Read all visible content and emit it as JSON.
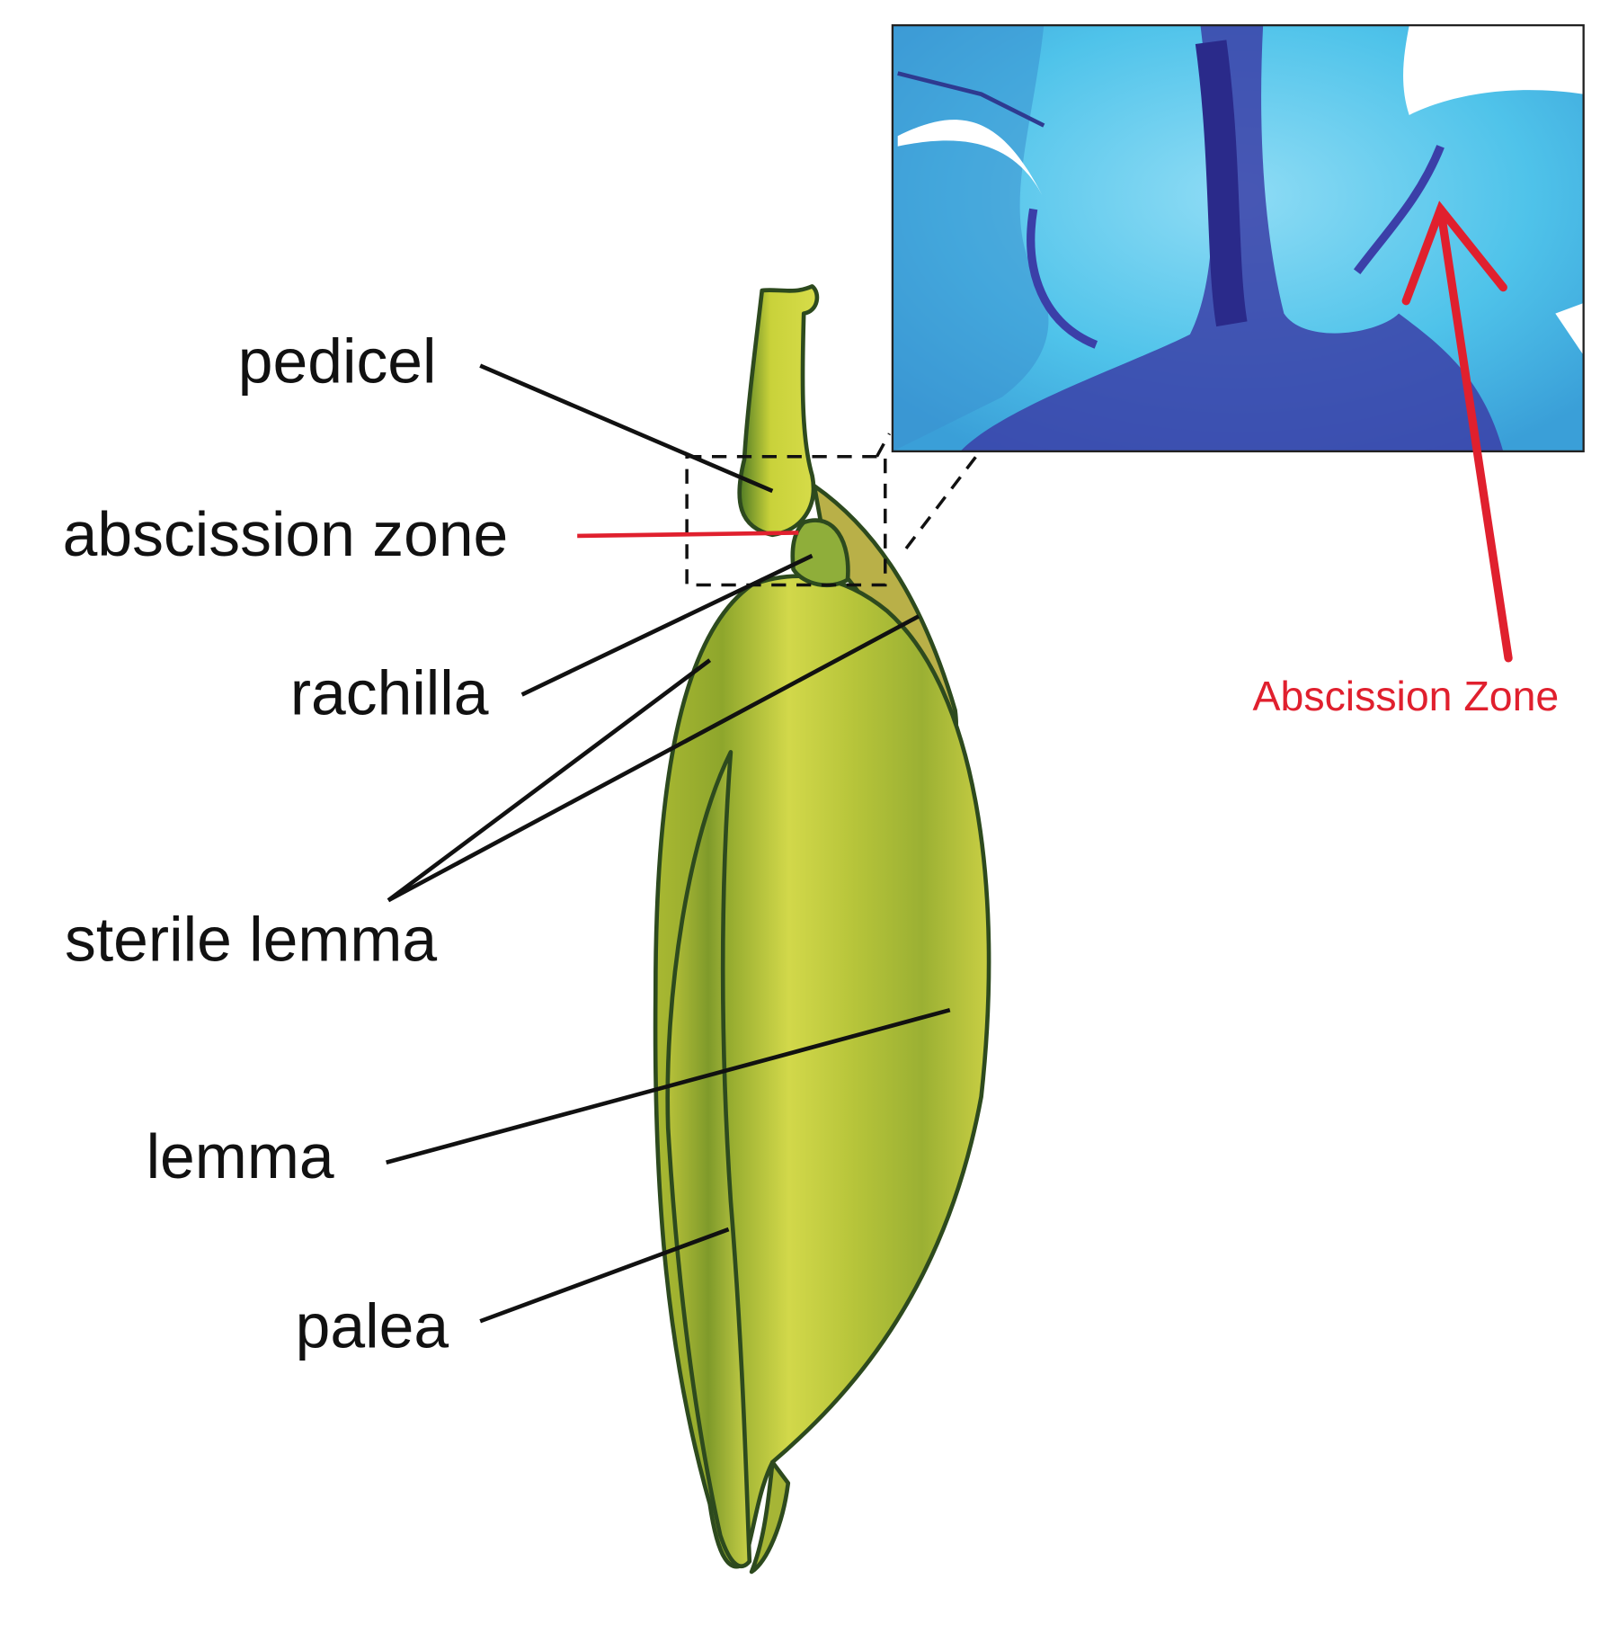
{
  "labels": {
    "pedicel": "pedicel",
    "abscission_zone": "abscission zone",
    "rachilla": "rachilla",
    "sterile_lemma": "sterile lemma",
    "lemma": "lemma",
    "palea": "palea"
  },
  "inset": {
    "arrow_label": "Abscission Zone"
  },
  "colors": {
    "label_text": "#111111",
    "highlight_red": "#e0202e",
    "grain_fill": "#c4cc3a",
    "grain_outline": "#2d4a1e",
    "stain_light": "#4fc3ea",
    "stain_dark": "#3b3fa8"
  }
}
